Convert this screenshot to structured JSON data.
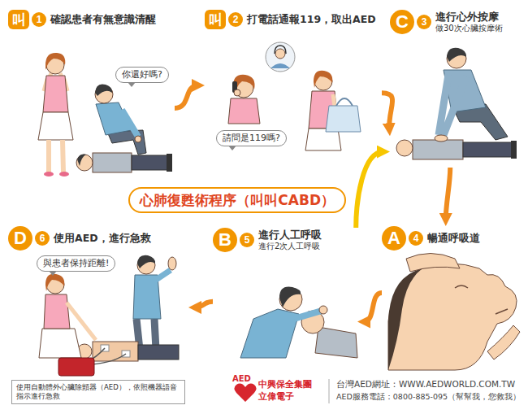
{
  "diagram": {
    "title": "心肺復甦術程序（叫叫CABD）",
    "nodes": [
      {
        "text": [
          "叫",
          "1",
          "確認患者有無意識清醒"
        ]
      },
      {
        "text": [
          "你還好嗎?"
        ],
        "in": 0
      },
      {
        "text": [
          "叫",
          "2",
          "打電話通報119，取出AED"
        ]
      },
      {
        "text": [
          "請問是119嗎?"
        ],
        "in": 2
      },
      {
        "text": [
          "C",
          "3",
          "進行心外按摩",
          "做30次心臟按摩術"
        ]
      },
      {
        "text": [
          "D",
          "6",
          "使用AED，進行急救"
        ]
      },
      {
        "text": [
          "與患者保持距離!"
        ],
        "in": 5
      },
      {
        "text": [
          "使用自動體外心臟除顫器（AED），依照機器語音指示進行急救"
        ],
        "in": 5
      },
      {
        "text": [
          "B",
          "5",
          "進行人工呼吸",
          "進行2次人工呼吸"
        ]
      },
      {
        "text": [
          "A",
          "4",
          "暢通呼吸道"
        ]
      }
    ],
    "edges": [
      {
        "from": 0,
        "to": 2,
        "arrow": "to"
      },
      {
        "from": 2,
        "to": 4,
        "arrow": "to"
      },
      {
        "from": 4,
        "to": 9,
        "arrow": "to"
      },
      {
        "from": 9,
        "to": 8,
        "arrow": "to"
      },
      {
        "from": 8,
        "to": 5,
        "arrow": "to"
      },
      {
        "from": 8,
        "to": 4,
        "arrow": "to"
      }
    ],
    "labels": [
      "AED",
      "中興保全集團",
      "立偉電子",
      "台灣AED網址：WWW.AEDWORLD.COM.TW",
      "AED服務電話：0800-885-095（幫幫我，您救我）"
    ]
  }
}
